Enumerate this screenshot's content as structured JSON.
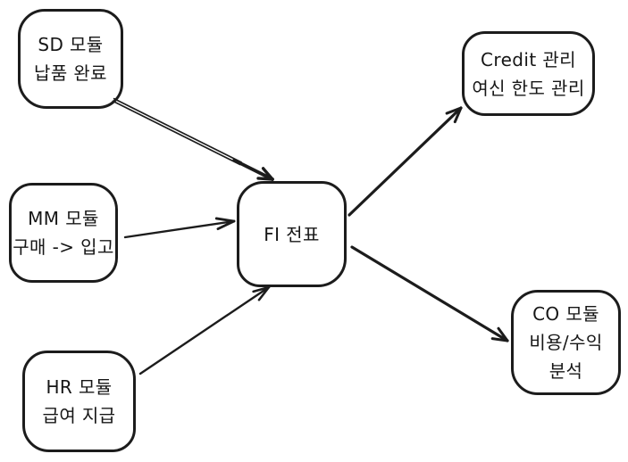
{
  "diagram": {
    "type": "flowchart",
    "background_color": "#ffffff",
    "stroke_color": "#1c1c1c",
    "nodes": [
      {
        "id": "sd",
        "lines": [
          "SD 모듈",
          "납품 완료"
        ]
      },
      {
        "id": "mm",
        "lines": [
          "MM 모듈",
          "구매 -> 입고"
        ]
      },
      {
        "id": "hr",
        "lines": [
          "HR 모듈",
          "급여 지급"
        ]
      },
      {
        "id": "fi",
        "lines": [
          "FI 전표"
        ]
      },
      {
        "id": "credit",
        "lines": [
          "Credit 관리",
          "여신 한도 관리"
        ]
      },
      {
        "id": "co",
        "lines": [
          "CO 모듈",
          "비용/수익",
          "분석"
        ]
      }
    ],
    "edges": [
      {
        "from": "sd",
        "to": "fi",
        "style": "double",
        "arrowhead": "open-v"
      },
      {
        "from": "mm",
        "to": "fi",
        "style": "single",
        "arrowhead": "open-v"
      },
      {
        "from": "hr",
        "to": "fi",
        "style": "single",
        "arrowhead": "open-v"
      },
      {
        "from": "fi",
        "to": "credit",
        "style": "single",
        "arrowhead": "open-v"
      },
      {
        "from": "fi",
        "to": "co",
        "style": "single",
        "arrowhead": "open-v"
      }
    ]
  }
}
